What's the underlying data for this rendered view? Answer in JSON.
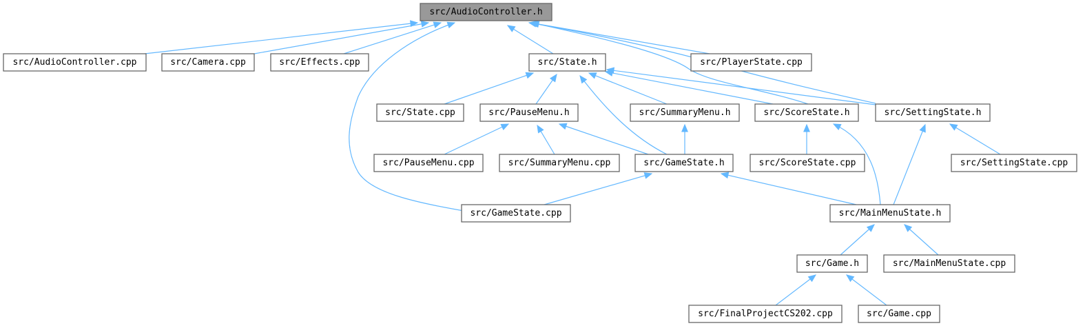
{
  "nodes": {
    "audio_h": "src/AudioController.h",
    "audio_cpp": "src/AudioController.cpp",
    "camera_cpp": "src/Camera.cpp",
    "effects_cpp": "src/Effects.cpp",
    "state_h": "src/State.h",
    "playerstate_cpp": "src/PlayerState.cpp",
    "state_cpp": "src/State.cpp",
    "pausemenu_h": "src/PauseMenu.h",
    "summarymenu_h": "src/SummaryMenu.h",
    "scorestate_h": "src/ScoreState.h",
    "settingstate_h": "src/SettingState.h",
    "pausemenu_cpp": "src/PauseMenu.cpp",
    "summarymenu_cpp": "src/SummaryMenu.cpp",
    "gamestate_h": "src/GameState.h",
    "scorestate_cpp": "src/ScoreState.cpp",
    "settingstate_cpp": "src/SettingState.cpp",
    "gamestate_cpp": "src/GameState.cpp",
    "mainmenustate_h": "src/MainMenuState.h",
    "game_h": "src/Game.h",
    "mainmenustate_cpp": "src/MainMenuState.cpp",
    "finalproject_cpp": "src/FinalProjectCS202.cpp",
    "game_cpp": "src/Game.cpp"
  },
  "colors": {
    "edge": "#63b8ff",
    "root_fill": "#999999",
    "node_border": "#666666"
  }
}
